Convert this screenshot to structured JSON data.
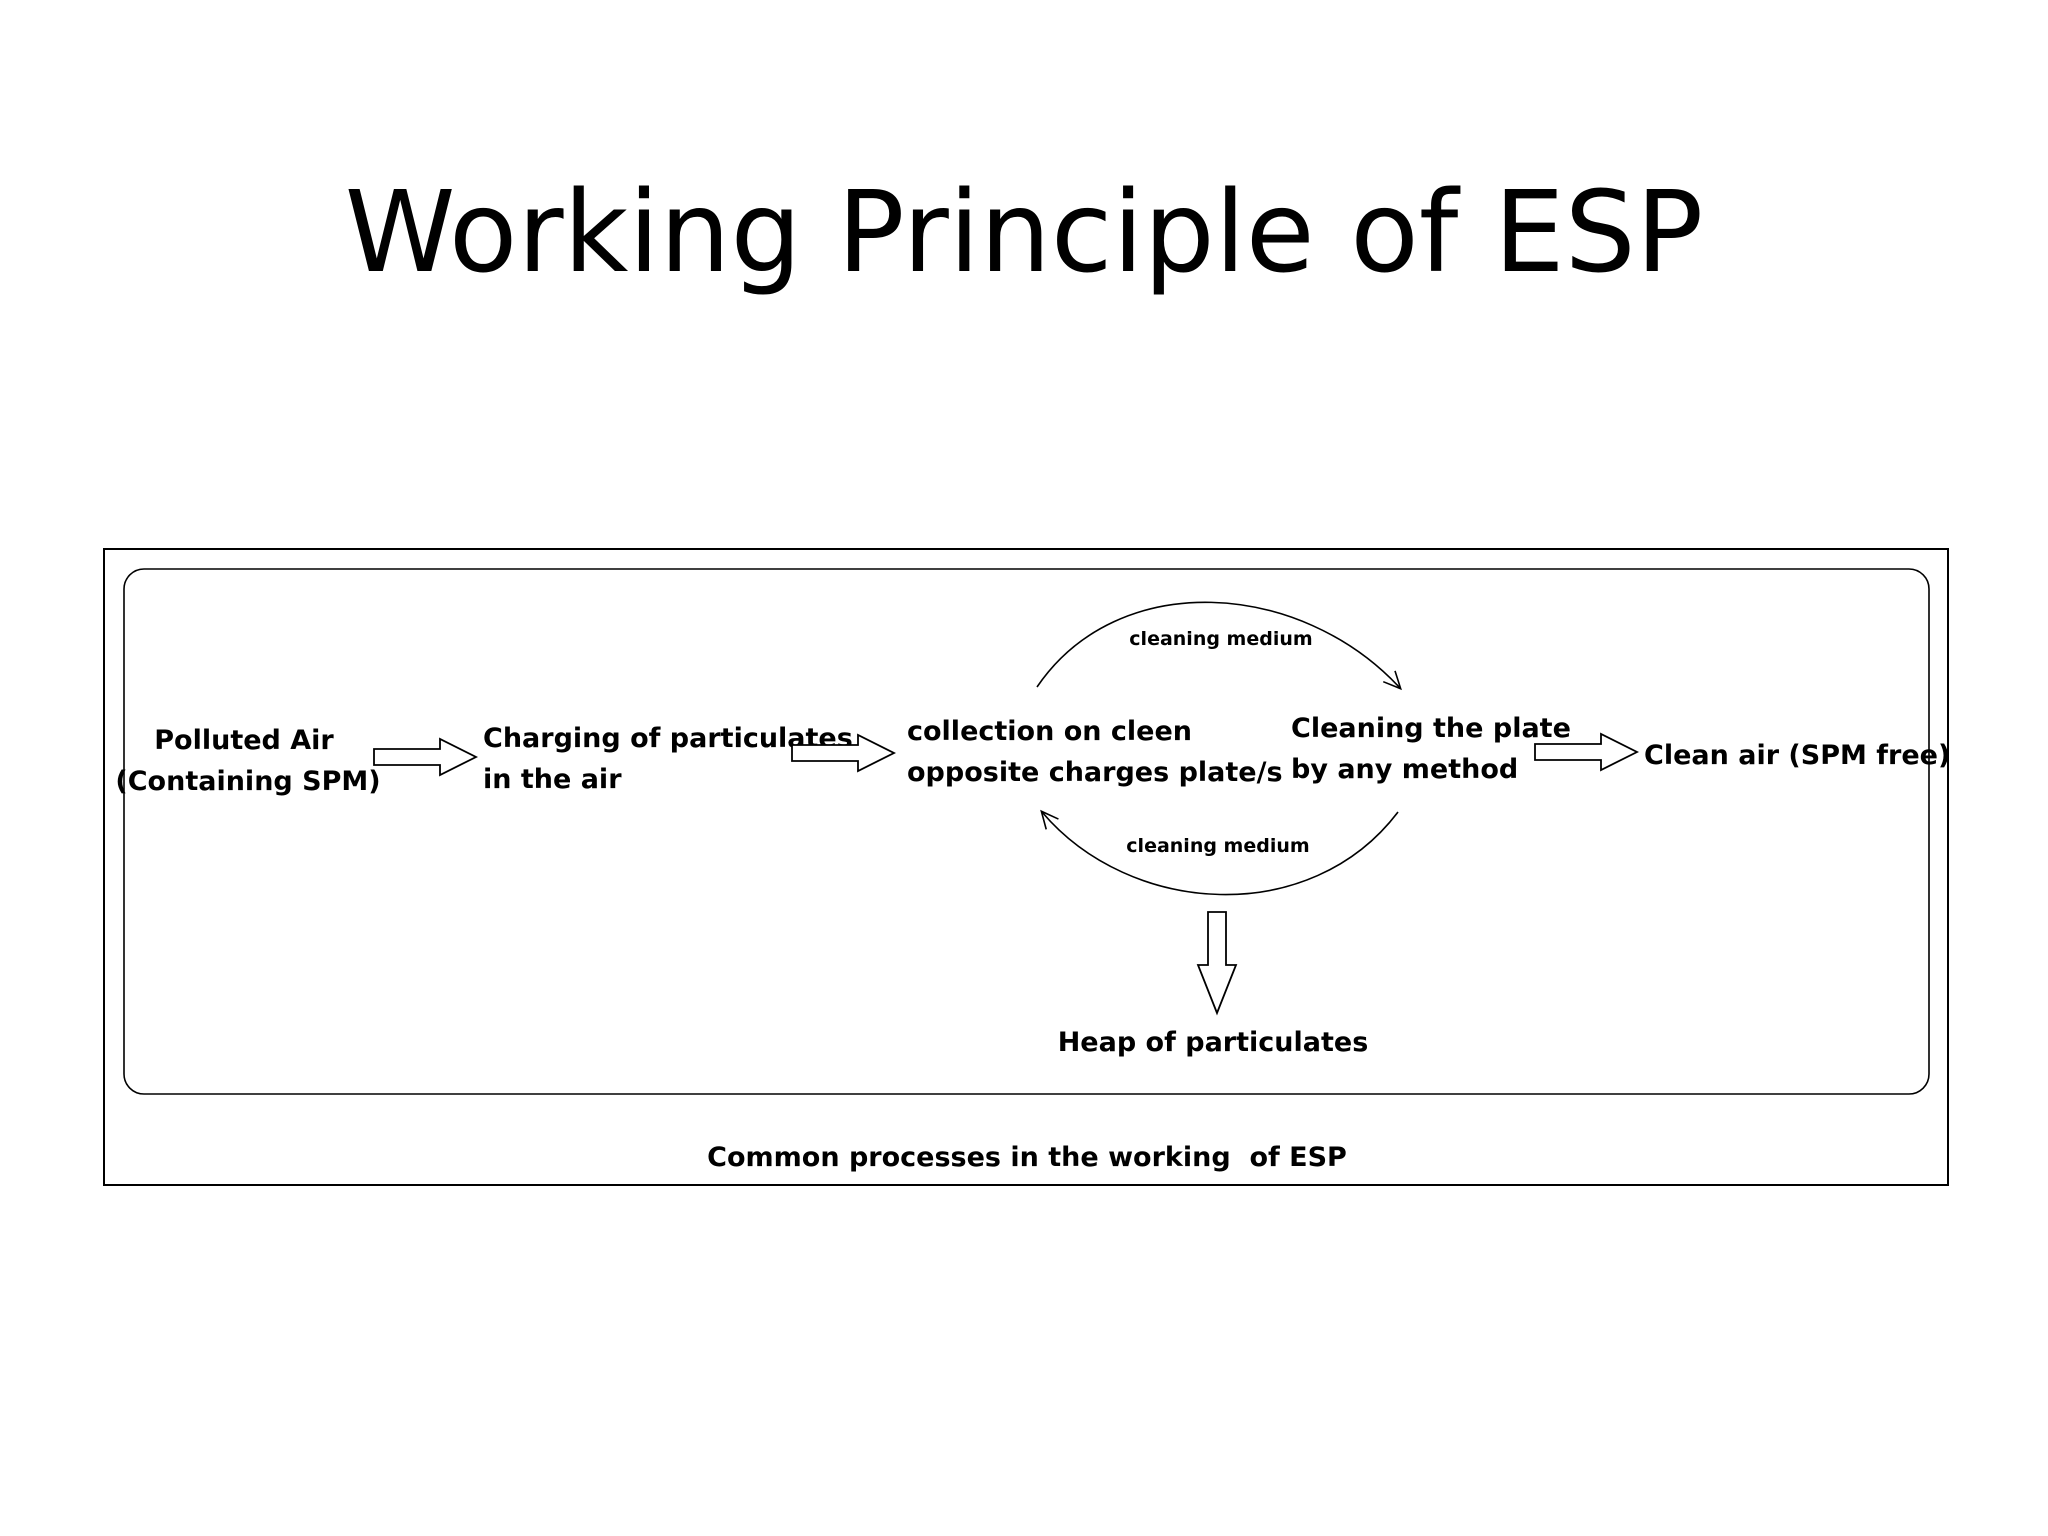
{
  "slide": {
    "title": "Working Principle of ESP"
  },
  "diagram": {
    "nodes": {
      "polluted_air": {
        "line1": "Polluted Air",
        "line2": "(Containing SPM)"
      },
      "charging": {
        "line1": "Charging of particulates",
        "line2": "in the air"
      },
      "collection": {
        "line1": "collection on cleen",
        "line2": "opposite charges plate/s"
      },
      "cleaning_plate": {
        "line1": "Cleaning the plate",
        "line2": "by any method"
      },
      "clean_air": {
        "line1": "Clean air (SPM free)"
      },
      "heap": {
        "line1": "Heap of particulates"
      }
    },
    "edges": {
      "top_cycle_label": "cleaning medium",
      "bottom_cycle_label": "cleaning medium"
    },
    "caption": "Common processes in the working  of ESP"
  }
}
